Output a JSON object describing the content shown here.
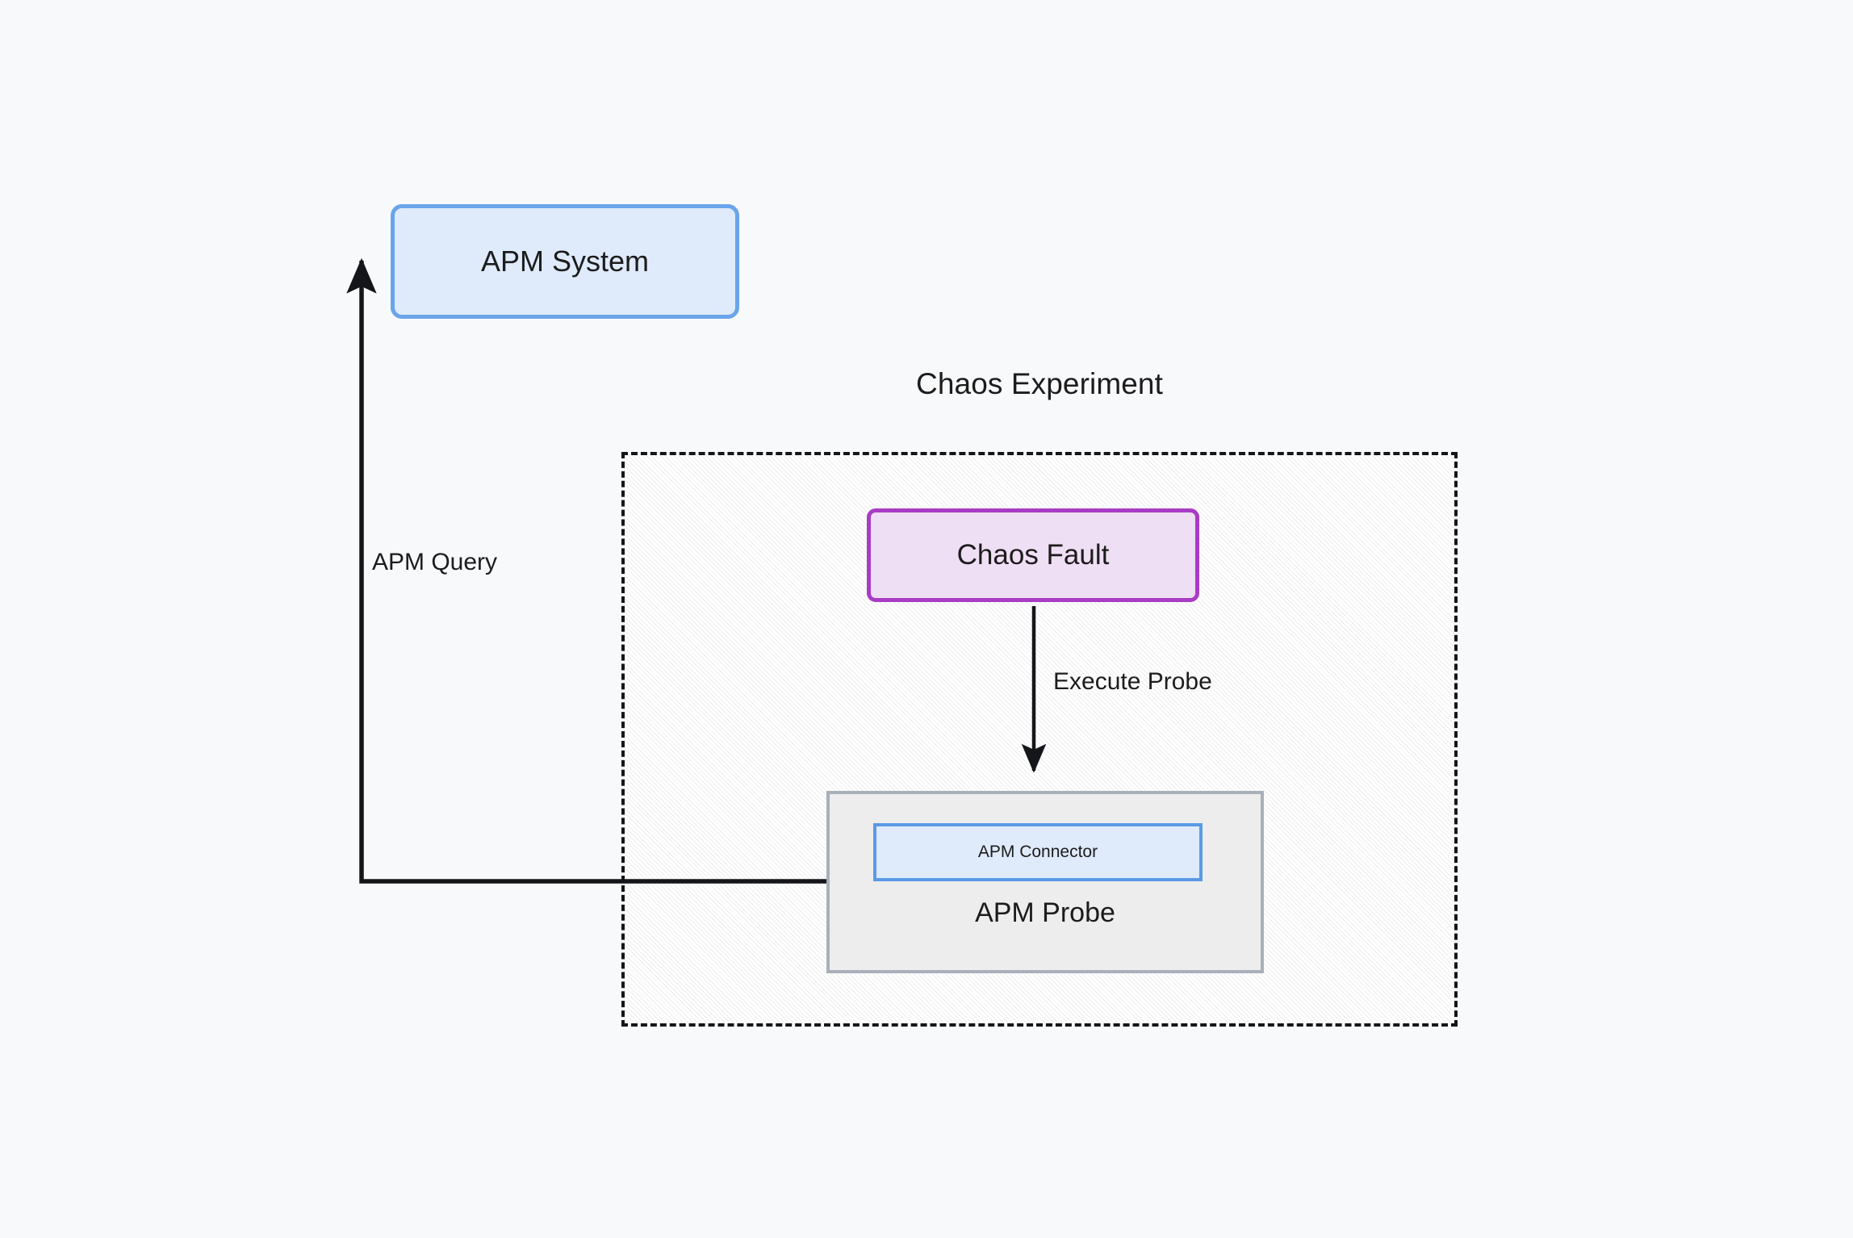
{
  "diagram": {
    "title": "Chaos Experiment",
    "background_color": "#f8f9fb"
  },
  "nodes": {
    "apm_system": {
      "label": "APM System",
      "fill": "#dfeafb",
      "stroke": "#6aa5ea"
    },
    "chaos_fault": {
      "label": "Chaos Fault",
      "fill": "#efdff4",
      "stroke": "#a93cc4"
    },
    "apm_probe": {
      "label": "APM Probe",
      "fill": "#ededed",
      "stroke": "#a8b0ba"
    },
    "apm_connector": {
      "label": "APM Connector",
      "fill": "#dfeafb",
      "stroke": "#5a9ae5"
    },
    "chaos_experiment": {
      "label": "Chaos Experiment",
      "fill": "#ededed",
      "stroke": "#14161a"
    }
  },
  "edges": [
    {
      "id": "execute-probe",
      "label": "Execute Probe",
      "from": "chaos_fault",
      "to": "apm_probe",
      "direction": "down"
    },
    {
      "id": "apm-query",
      "label": "APM Query",
      "from": "apm_connector",
      "to": "apm_system",
      "direction": "left-up"
    }
  ]
}
